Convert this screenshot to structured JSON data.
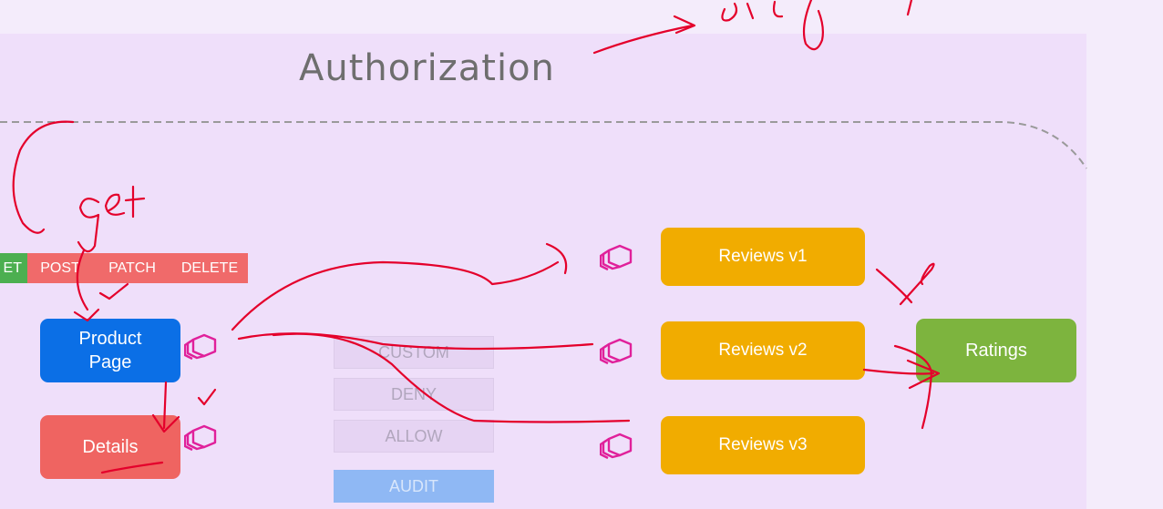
{
  "title": "Authorization",
  "methods": [
    "ET",
    "POST",
    "PATCH",
    "DELETE"
  ],
  "services": {
    "product_page": "Product\nPage",
    "details": "Details",
    "reviews_v1": "Reviews v1",
    "reviews_v2": "Reviews v2",
    "reviews_v3": "Reviews v3",
    "ratings": "Ratings"
  },
  "actions": {
    "custom": "CUSTOM",
    "deny": "DENY",
    "allow": "ALLOW",
    "audit": "AUDIT"
  },
  "colors": {
    "background": "#efdffa",
    "product_page": "#0b6fe6",
    "details": "#ef6461",
    "reviews": "#f1ac00",
    "ratings": "#7db43e",
    "get": "#4caf50",
    "other_methods": "#f06a6a",
    "proxy_icon": "#e0209a",
    "annotation": "#e4002b"
  },
  "icons": [
    "envoy-proxy-icon"
  ]
}
